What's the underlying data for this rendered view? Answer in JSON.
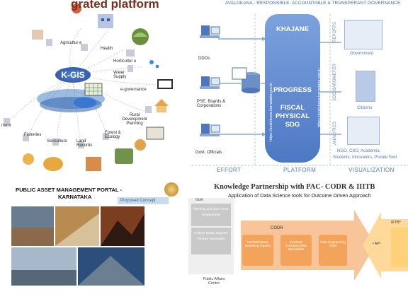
{
  "kgis": {
    "title": "grated platform",
    "center": "K-GIS",
    "nodes": [
      "Agricultur e",
      "Health",
      "Horticultur e",
      "Water Supply",
      "e-governance",
      "Rural Development Planning",
      "Forest & Ecology",
      "Land Records",
      "Sericulture",
      "Fisheries",
      "ment"
    ]
  },
  "avalokana": {
    "header": "AVALOKANA - RESPONSIBLE, ACCOUNTABLE & TRANSPERANT GOVERNANCE",
    "sources": [
      "DDOs",
      "PSE, Boards & Corporations",
      "Govt. Officials"
    ],
    "platform": {
      "name": "KHAJANE",
      "line1": "PROGRESS",
      "line2": "FISCAL",
      "line3": "PHYSICAL",
      "line4": "SDG"
    },
    "url_left": "https://avalokana.karnataka.gov.in",
    "url_right": "https://avalokana.karnataka.gov.in",
    "vertical_right": [
      "REPORTS",
      "SDG BAROMETER",
      "ANALYTICS"
    ],
    "consumers": [
      "Government",
      "Citizens",
      "NGO, CSO, Academia,",
      "Students, Innovators, Private Sect"
    ],
    "footer": {
      "effort": "EFFORT",
      "platform": "PLATFORM",
      "visualization": "VISUALIZATION"
    }
  },
  "asset_portal": {
    "title": "PUBLIC ASSET MANAGEMENT PORTAL -",
    "subtitle": "KARNATAKA",
    "badge": "Proposed Concept"
  },
  "knowledge": {
    "title": "Knowledge Partnership with PAC- CODR & IIITB",
    "subtitle": "Application of Data Science tools for Outcome Driven Approach",
    "gok": "GoK",
    "gok_box1": "Planning and other Govt. Departments",
    "gok_box2": "Subject Matter Experts/ Domain Specialists",
    "pac": "Public Affairs Centre",
    "codr": "CODR",
    "codr_boxes": [
      "UX/Math/Stats Modelling Experts",
      "Business Analytics/AI/ML Specialists",
      "Data Engineering Team"
    ],
    "iiitb": "IIITB*",
    "api": "• API"
  },
  "colors": {
    "gis_blue": "#2c4f9c",
    "platform_blue": "#5b85cc",
    "orange": "#f4a45a",
    "title_red": "#7a2f1e"
  },
  "icons": [
    "computer-user-icon",
    "database-icon",
    "server-icon",
    "monitor-icon",
    "map-icon",
    "building-icon"
  ]
}
